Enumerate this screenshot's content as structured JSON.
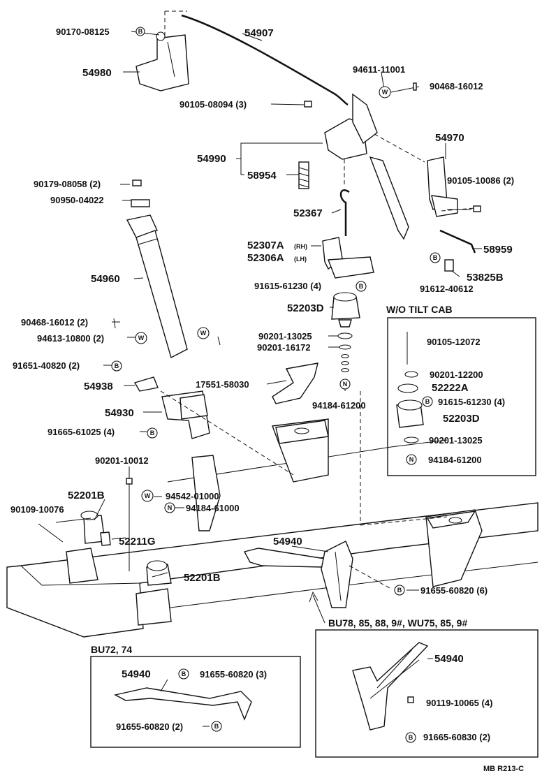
{
  "labels": {
    "p90170_08125": "90170-08125",
    "p54907": "54907",
    "p54980": "54980",
    "p94611_11001": "94611-11001",
    "p90468_16012_top": "90468-16012",
    "p90105_08094": "90105-08094 (3)",
    "p54970": "54970",
    "p54990": "54990",
    "p58954": "58954",
    "p90105_10086": "90105-10086 (2)",
    "p90179_08058": "90179-08058 (2)",
    "p90950_04022": "90950-04022",
    "p52367": "52367",
    "p58959": "58959",
    "p52307A": "52307A",
    "p52307A_sfx": "(RH)",
    "p52306A": "52306A",
    "p52306A_sfx": "(LH)",
    "p53825B": "53825B",
    "p54960": "54960",
    "p91615_61230_main": "91615-61230 (4)",
    "p91612_40612": "91612-40612",
    "p52203D_main": "52203D",
    "p90468_16012_left": "90468-16012 (2)",
    "p90201_13025_main": "90201-13025",
    "p94613_10800": "94613-10800 (2)",
    "p90201_16172": "90201-16172",
    "p91651_40820": "91651-40820 (2)",
    "p17551_58030": "17551-58030",
    "p54938": "54938",
    "p94184_61200_main": "94184-61200",
    "p54930": "54930",
    "p91665_61025": "91665-61025 (4)",
    "p90201_10012": "90201-10012",
    "p52201B_top": "52201B",
    "p94542_01000": "94542-01000",
    "p94184_61000": "94184-61000",
    "p90109_10076": "90109-10076",
    "p52211G": "52211G",
    "p54940_main": "54940",
    "p52201B_bottom": "52201B",
    "p91655_60820_6": "91655-60820 (6)"
  },
  "wo_tilt_cab": {
    "title": "W/O TILT CAB",
    "items": {
      "p90105_12072": "90105-12072",
      "p90201_12200": "90201-12200",
      "p52222A": "52222A",
      "p91615_61230": "91615-61230 (4)",
      "p52203D": "52203D",
      "p90201_13025": "90201-13025",
      "p94184_61200": "94184-61200"
    }
  },
  "bu72_box": {
    "title": "BU72, 74",
    "items": {
      "p54940": "54940",
      "p91655_60820_3": "91655-60820 (3)",
      "p91655_60820_2": "91655-60820 (2)"
    }
  },
  "bu78_box": {
    "title": "BU78, 85, 88, 9#, WU75, 85, 9#",
    "items": {
      "p54940": "54940",
      "p90119_10065": "90119-10065 (4)",
      "p91665_60830": "91665-60830 (2)"
    }
  },
  "markers": {
    "B": "B",
    "W": "W",
    "N": "N"
  },
  "footer": {
    "ref": "MB R213-C"
  }
}
